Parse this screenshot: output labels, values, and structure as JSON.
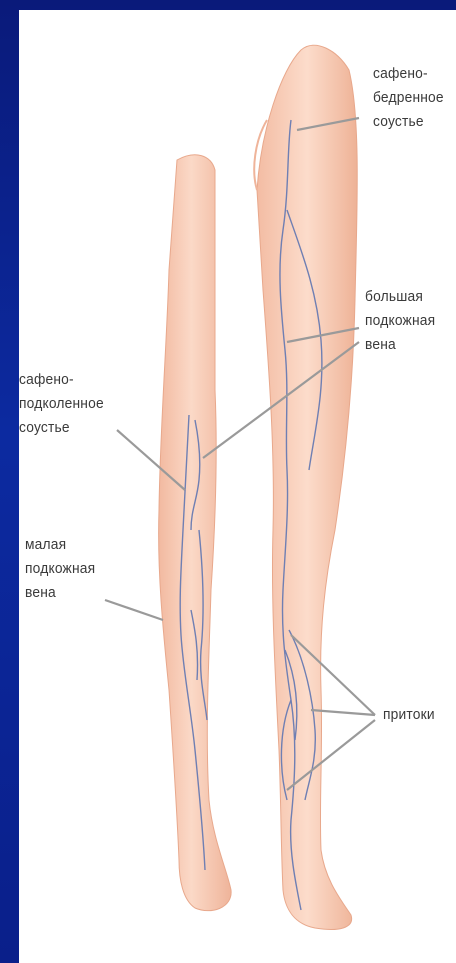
{
  "labels": {
    "sfj": "сафено-\nбедренное\nсоустье",
    "gsv": "большая\nподкожная\nвена",
    "spj": "сафено-\nподколенное\nсоустье",
    "ssv": "малая\nподкожная\nвена",
    "tributaries": "притоки"
  },
  "colors": {
    "background": "#0a1f8a",
    "panel": "#ffffff",
    "skin": "#f7cdb8",
    "vein": "#6f7fb3",
    "leader": "#9a9a9a"
  }
}
